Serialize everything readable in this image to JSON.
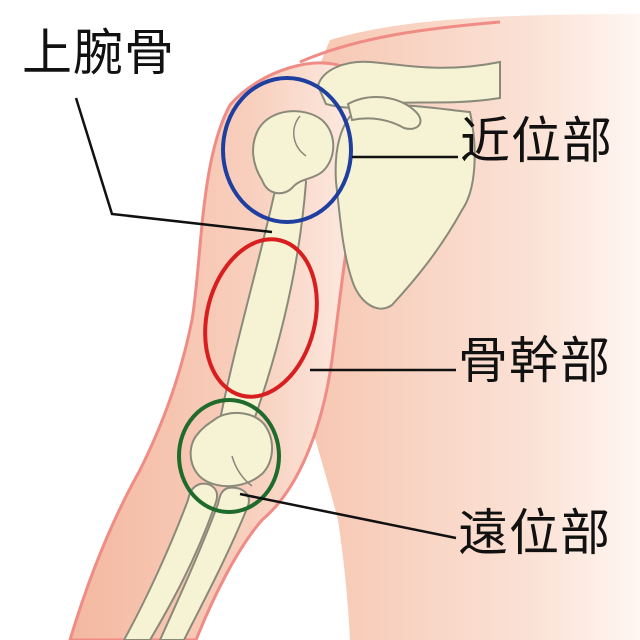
{
  "labels": {
    "humerus": "上腕骨",
    "proximal": "近位部",
    "shaft": "骨幹部",
    "distal": "遠位部"
  },
  "colors": {
    "skin": "#f6c2ac",
    "skin_light": "#fbe4d8",
    "skin_edge": "#f08c86",
    "bone": "#f6f3d4",
    "bone_outline": "#8a8a7a",
    "proximal_circle": "#1f3fa0",
    "shaft_circle": "#d81e1e",
    "distal_circle": "#1e6b2c",
    "leader_line": "#111111"
  }
}
